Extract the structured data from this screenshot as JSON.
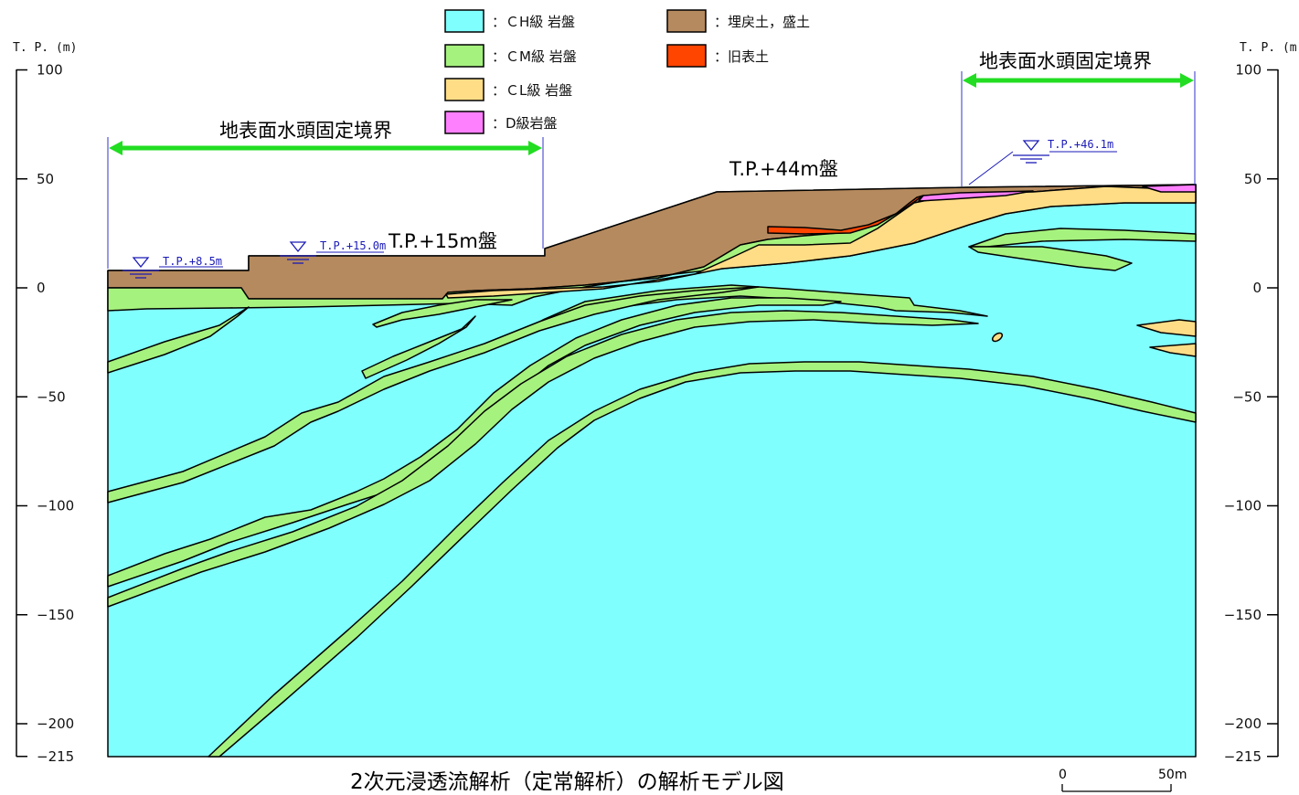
{
  "axis": {
    "unit_label": "T. P. (m)",
    "ticks": [
      "100",
      "50",
      "0",
      "−50",
      "−100",
      "−150",
      "−200",
      "−215"
    ]
  },
  "legend": {
    "items": [
      {
        "symbol": "ＣH",
        "label": "：ＣH級 岩盤",
        "color": "#80ffff"
      },
      {
        "symbol": "ＣM",
        "label": "：ＣM級 岩盤",
        "color": "#a6f27e"
      },
      {
        "symbol": "ＣL",
        "label": "：ＣL級 岩盤",
        "color": "#ffdd86"
      },
      {
        "symbol": "D",
        "label": "：D級岩盤",
        "color": "#ff80ff"
      },
      {
        "symbol": "fill",
        "label": "：埋戻土，盛土",
        "color": "#b58a5e"
      },
      {
        "symbol": "old",
        "label": "：旧表土",
        "color": "#ff4500"
      }
    ]
  },
  "labels": {
    "boundary_left": "地表面水頭固定境界",
    "boundary_right": "地表面水頭固定境界",
    "bench_44": "T.P.+44m盤",
    "bench_15": "T.P.+15m盤",
    "wl_85": "T.P.+8.5m",
    "wl_150": "T.P.+15.0m",
    "wl_461": "T.P.+46.1m"
  },
  "title": "2次元浸透流解析（定常解析）の解析モデル図",
  "scale": {
    "start": "0",
    "end": "50m"
  },
  "colors": {
    "ch": "#80ffff",
    "cm": "#a6f27e",
    "cl": "#ffdd86",
    "d": "#ff80ff",
    "fill": "#b58a5e",
    "old_soil": "#ff4500",
    "boundary_arrow": "#22dd22",
    "water_line": "#1a1ab8"
  }
}
